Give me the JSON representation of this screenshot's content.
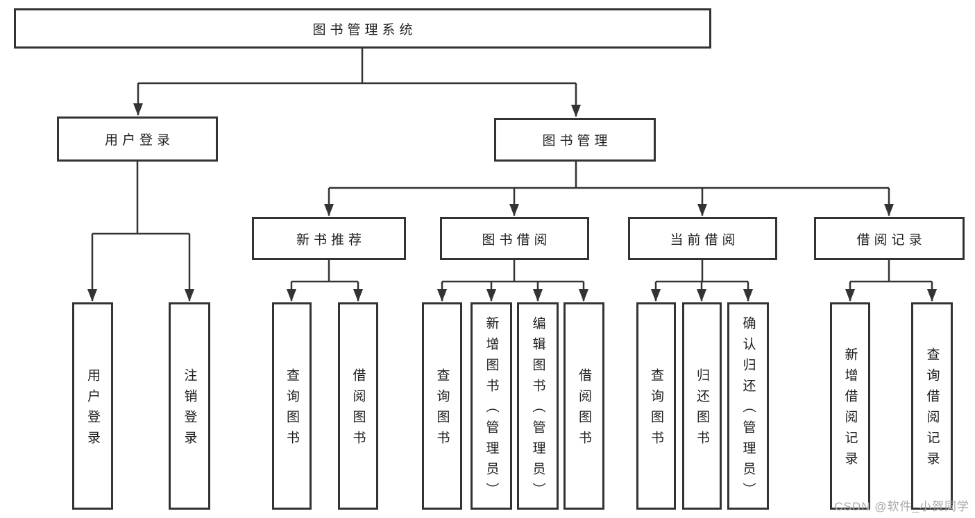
{
  "colors": {
    "line": "#333333",
    "box_border": "#333333",
    "box_fill": "#ffffff",
    "text": "#1f1f1f",
    "watermark": "#a9a9a9",
    "background": "#ffffff"
  },
  "watermark": {
    "text": "CSDN @软件_小贺同学"
  },
  "tree": {
    "root": {
      "label": "图书管理系统",
      "children": [
        {
          "label": "用户登录",
          "children": [
            {
              "label": "用户登录"
            },
            {
              "label": "注销登录"
            }
          ]
        },
        {
          "label": "图书管理",
          "children": [
            {
              "label": "新书推荐",
              "children": [
                {
                  "label": "查询图书"
                },
                {
                  "label": "借阅图书"
                }
              ]
            },
            {
              "label": "图书借阅",
              "children": [
                {
                  "label": "查询图书"
                },
                {
                  "label": "新增图书（管理员）"
                },
                {
                  "label": "编辑图书（管理员）"
                },
                {
                  "label": "借阅图书"
                }
              ]
            },
            {
              "label": "当前借阅",
              "children": [
                {
                  "label": "查询图书"
                },
                {
                  "label": "归还图书"
                },
                {
                  "label": "确认归还（管理员）"
                }
              ]
            },
            {
              "label": "借阅记录",
              "children": [
                {
                  "label": "新增借阅记录"
                },
                {
                  "label": "查询借阅记录"
                }
              ]
            }
          ]
        }
      ]
    }
  }
}
